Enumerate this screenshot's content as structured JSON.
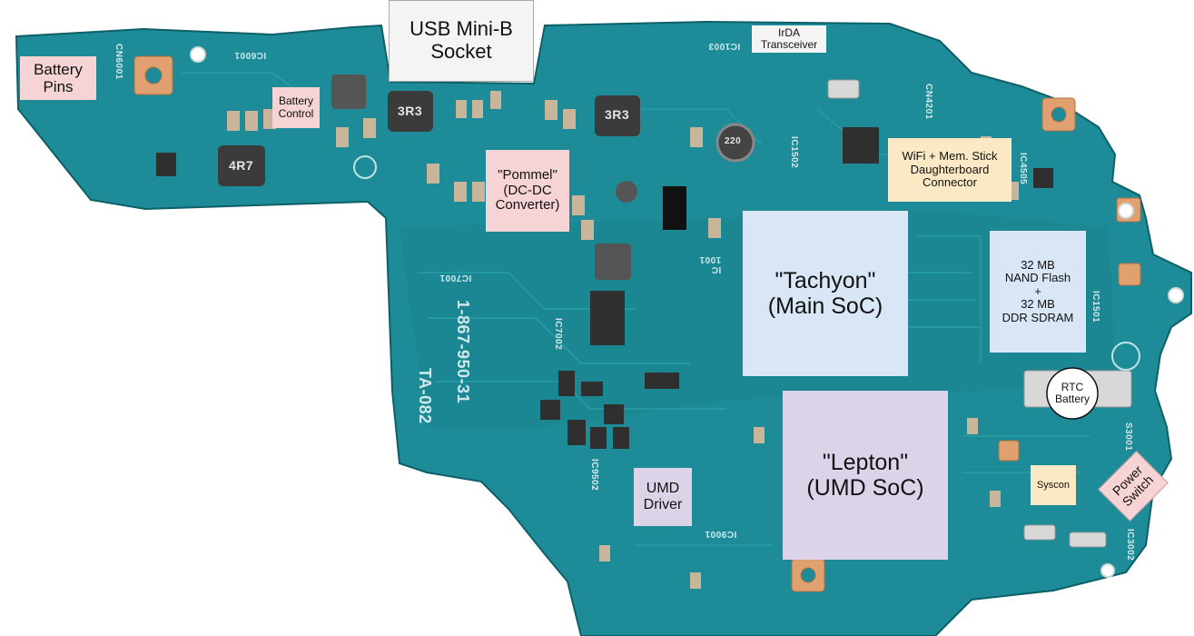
{
  "labels": {
    "battery_pins": "Battery\nPins",
    "battery_control": "Battery\nControl",
    "usb_socket": "USB Mini-B\nSocket",
    "irda": "IrDA\nTransceiver",
    "pommel": "\"Pommel\"\n(DC-DC\nConverter)",
    "wifi": "WiFi + Mem. Stick\nDaughterboard\nConnector",
    "tachyon": "\"Tachyon\"\n(Main SoC)",
    "memory": "32 MB\nNAND Flash\n+\n32 MB\nDDR SDRAM",
    "rtc": "RTC\nBattery",
    "lepton": "\"Lepton\"\n(UMD SoC)",
    "umd_driver": "UMD\nDriver",
    "syscon": "Syscon",
    "power_switch": "Power\nSwitch"
  },
  "silkscreen": {
    "part_number": "TA-082",
    "serial": "1-867-950-31",
    "ic7001": "IC7001",
    "ic7002": "IC7002",
    "ic1001": "IC\n1001",
    "ic1501": "IC1501",
    "ic1502": "IC1502",
    "ic1003": "IC1003",
    "ic6001": "IC6001",
    "cn6001": "CN6001",
    "cn4201": "CN4201",
    "ic4505": "IC4505",
    "ic9001": "IC9001",
    "ic9502": "IC9502",
    "ic3002": "IC3002",
    "s3001": "S3001",
    "inductor_3r3": "3R3",
    "inductor_4r7": "4R7",
    "inductor_220": "220"
  },
  "colors": {
    "pcb": "#1d8c98",
    "pcb_dark": "#157580",
    "pad_copper": "#e0a070"
  }
}
